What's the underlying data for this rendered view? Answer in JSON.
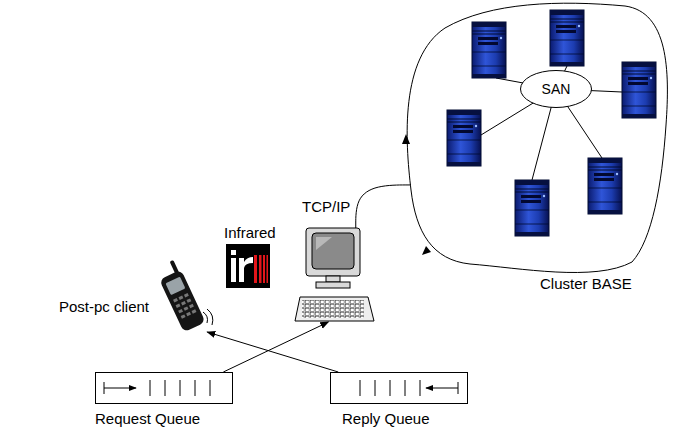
{
  "diagram": {
    "nodes": [
      {
        "text": [
          "Cluster BASE"
        ]
      },
      {
        "text": [
          "SAN"
        ],
        "in": 0
      },
      {
        "text": [
          "Post-pc client"
        ]
      },
      {
        "text": [
          "Infrared"
        ]
      },
      {
        "text": []
      },
      {
        "text": [
          "Request Queue"
        ]
      },
      {
        "text": [
          "Reply Queue"
        ]
      }
    ],
    "edges": [
      {
        "from": 4,
        "to": 0,
        "label": "TCP/IP",
        "arrow": "none"
      },
      {
        "from": 5,
        "to": 4,
        "arrow": "to"
      },
      {
        "from": 6,
        "to": 2,
        "arrow": "to"
      }
    ]
  }
}
